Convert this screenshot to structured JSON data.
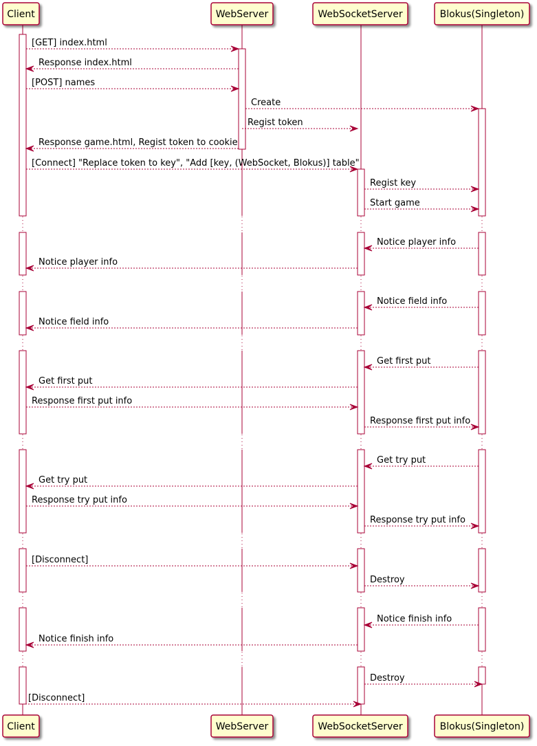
{
  "colors": {
    "line": "#A80036",
    "box_fill": "#FEFECE",
    "activation_fill": "#FFFFFF",
    "shadow": "#C8C8C8",
    "text": "#000000"
  },
  "participants": [
    {
      "id": "client",
      "label": "Client"
    },
    {
      "id": "webserver",
      "label": "WebServer"
    },
    {
      "id": "wss",
      "label": "WebSocketServer"
    },
    {
      "id": "blokus",
      "label": "Blokus(Singleton)"
    }
  ],
  "messages": [
    {
      "from": "client",
      "to": "webserver",
      "label": "[GET] index.html"
    },
    {
      "from": "webserver",
      "to": "client",
      "label": "Response index.html"
    },
    {
      "from": "client",
      "to": "webserver",
      "label": "[POST] names"
    },
    {
      "from": "webserver",
      "to": "blokus",
      "label": "Create"
    },
    {
      "from": "webserver",
      "to": "wss",
      "label": "Regist token"
    },
    {
      "from": "webserver",
      "to": "client",
      "label": "Response game.html, Regist token to cookie"
    },
    {
      "from": "client",
      "to": "wss",
      "label": "[Connect] \"Replace token to key\", \"Add [key, (WebSocket, Blokus)] table\""
    },
    {
      "from": "wss",
      "to": "blokus",
      "label": "Regist key"
    },
    {
      "from": "wss",
      "to": "blokus",
      "label": "Start game"
    },
    {
      "from": "blokus",
      "to": "wss",
      "label": "Notice player info"
    },
    {
      "from": "wss",
      "to": "client",
      "label": "Notice player info"
    },
    {
      "from": "blokus",
      "to": "wss",
      "label": "Notice field info"
    },
    {
      "from": "wss",
      "to": "client",
      "label": "Notice field info"
    },
    {
      "from": "blokus",
      "to": "wss",
      "label": "Get first put"
    },
    {
      "from": "wss",
      "to": "client",
      "label": "Get first put"
    },
    {
      "from": "client",
      "to": "wss",
      "label": "Response first put info"
    },
    {
      "from": "wss",
      "to": "blokus",
      "label": "Response first put info"
    },
    {
      "from": "blokus",
      "to": "wss",
      "label": "Get try put"
    },
    {
      "from": "wss",
      "to": "client",
      "label": "Get try put"
    },
    {
      "from": "client",
      "to": "wss",
      "label": "Response try put info"
    },
    {
      "from": "wss",
      "to": "blokus",
      "label": "Response try put info"
    },
    {
      "from": "client",
      "to": "wss",
      "label": "[Disconnect]"
    },
    {
      "from": "wss",
      "to": "blokus",
      "label": "Destroy"
    },
    {
      "from": "blokus",
      "to": "wss",
      "label": "Notice finish info"
    },
    {
      "from": "wss",
      "to": "client",
      "label": "Notice finish info"
    },
    {
      "from": "wss",
      "to": "blokus",
      "label": "Destroy"
    },
    {
      "from": "client",
      "to": "wss",
      "label": "[Disconnect]"
    }
  ]
}
